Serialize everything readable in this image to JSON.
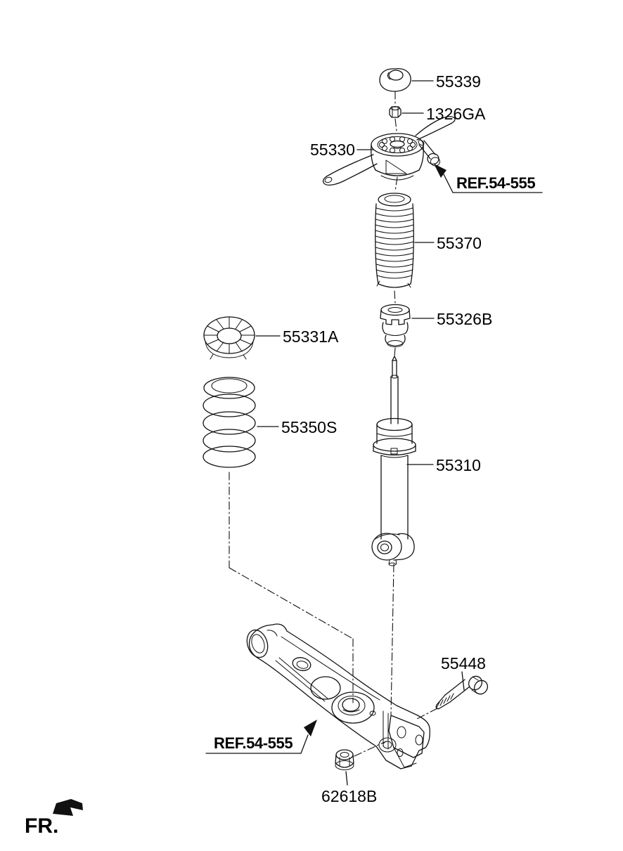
{
  "diagram": {
    "background_color": "#ffffff",
    "line_color": "#111111",
    "labels": {
      "cap": "55339",
      "nut_upper": "1326GA",
      "strut_mount": "55330",
      "ref_strut": "REF.54-555",
      "dust_cover": "55370",
      "bump_stopper": "55326B",
      "spring_pad": "55331A",
      "coil_spring": "55350S",
      "shock_absorber": "55310",
      "arm_bolt": "55448",
      "ref_arm": "REF.54-555",
      "flange_nut": "62618B",
      "front_marker": "FR."
    }
  }
}
